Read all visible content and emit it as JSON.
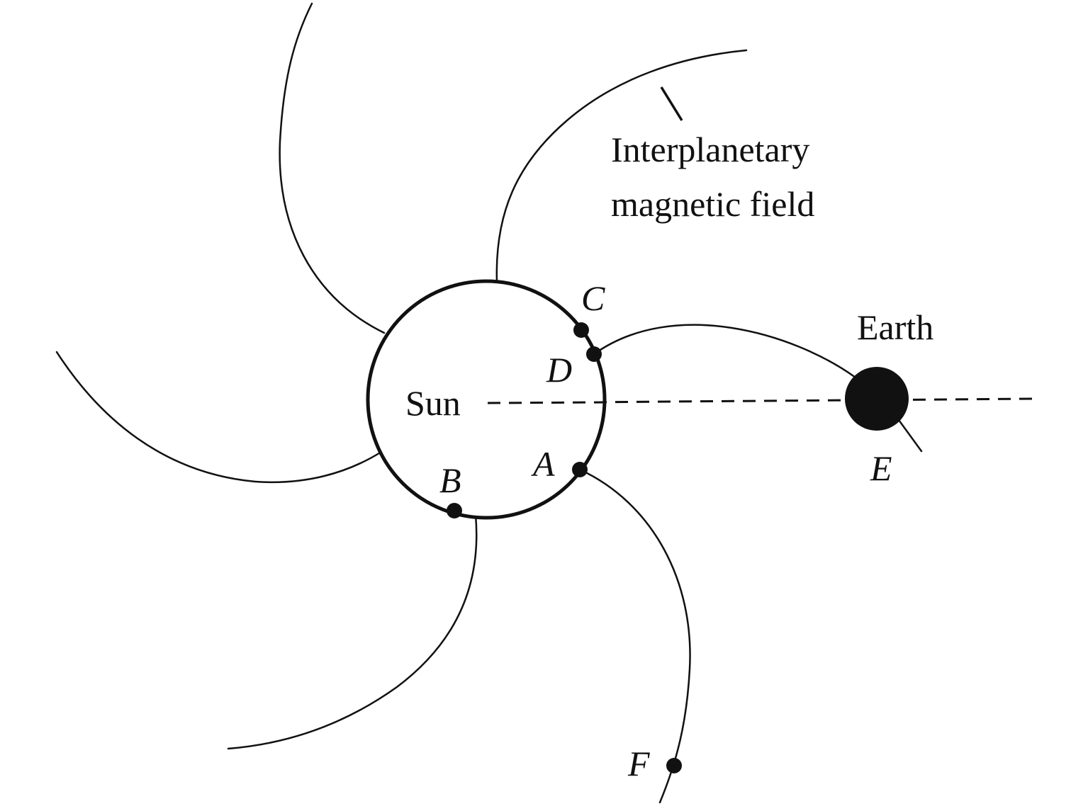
{
  "labels": {
    "sun": "Sun",
    "earth": "Earth",
    "field_line1": "Interplanetary",
    "field_line2": "magnetic field"
  },
  "points": {
    "A": "A",
    "B": "B",
    "C": "C",
    "D": "D",
    "E": "E",
    "F": "F"
  }
}
